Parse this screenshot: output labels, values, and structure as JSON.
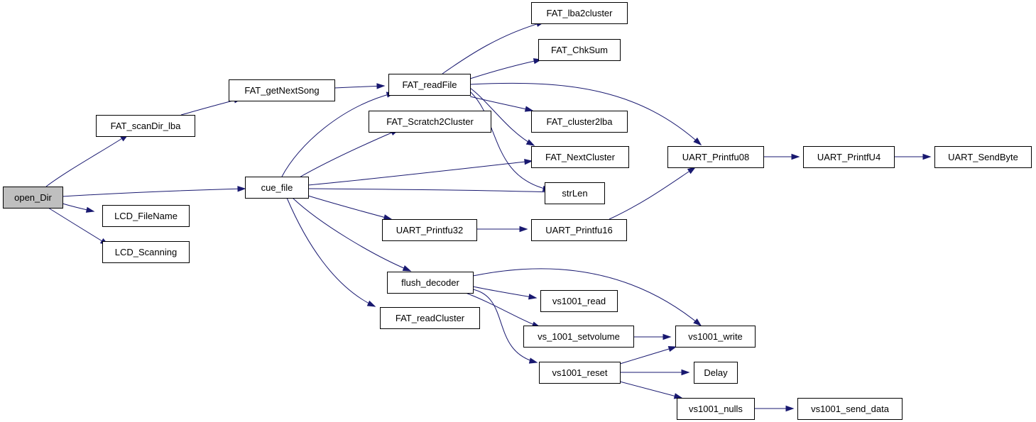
{
  "nodes": [
    {
      "id": "open_Dir",
      "label": "open_Dir",
      "root": true
    },
    {
      "id": "FAT_scanDir_lba",
      "label": "FAT_scanDir_lba"
    },
    {
      "id": "cue_file",
      "label": "cue_file"
    },
    {
      "id": "LCD_FileName",
      "label": "LCD_FileName"
    },
    {
      "id": "LCD_Scanning",
      "label": "LCD_Scanning"
    },
    {
      "id": "FAT_getNextSong",
      "label": "FAT_getNextSong"
    },
    {
      "id": "FAT_readFile",
      "label": "FAT_readFile"
    },
    {
      "id": "FAT_Scratch2Cluster",
      "label": "FAT_Scratch2Cluster"
    },
    {
      "id": "UART_Printfu32",
      "label": "UART_Printfu32"
    },
    {
      "id": "flush_decoder",
      "label": "flush_decoder"
    },
    {
      "id": "FAT_readCluster",
      "label": "FAT_readCluster"
    },
    {
      "id": "FAT_lba2cluster",
      "label": "FAT_lba2cluster"
    },
    {
      "id": "FAT_ChkSum",
      "label": "FAT_ChkSum"
    },
    {
      "id": "FAT_cluster2lba",
      "label": "FAT_cluster2lba"
    },
    {
      "id": "FAT_NextCluster",
      "label": "FAT_NextCluster"
    },
    {
      "id": "strLen",
      "label": "strLen"
    },
    {
      "id": "UART_Printfu16",
      "label": "UART_Printfu16"
    },
    {
      "id": "vs1001_read",
      "label": "vs1001_read"
    },
    {
      "id": "vs_1001_setvolume",
      "label": "vs_1001_setvolume"
    },
    {
      "id": "vs1001_reset",
      "label": "vs1001_reset"
    },
    {
      "id": "UART_Printfu08",
      "label": "UART_Printfu08"
    },
    {
      "id": "vs1001_write",
      "label": "vs1001_write"
    },
    {
      "id": "Delay",
      "label": "Delay"
    },
    {
      "id": "vs1001_nulls",
      "label": "vs1001_nulls"
    },
    {
      "id": "UART_PrintfU4",
      "label": "UART_PrintfU4"
    },
    {
      "id": "vs1001_send_data",
      "label": "vs1001_send_data"
    },
    {
      "id": "UART_SendByte",
      "label": "UART_SendByte"
    }
  ],
  "edges": [
    {
      "from": "open_Dir",
      "to": "FAT_scanDir_lba"
    },
    {
      "from": "open_Dir",
      "to": "cue_file"
    },
    {
      "from": "open_Dir",
      "to": "LCD_FileName"
    },
    {
      "from": "open_Dir",
      "to": "LCD_Scanning"
    },
    {
      "from": "FAT_scanDir_lba",
      "to": "FAT_getNextSong"
    },
    {
      "from": "FAT_getNextSong",
      "to": "FAT_readFile"
    },
    {
      "from": "cue_file",
      "to": "FAT_readFile"
    },
    {
      "from": "cue_file",
      "to": "FAT_Scratch2Cluster"
    },
    {
      "from": "cue_file",
      "to": "FAT_NextCluster"
    },
    {
      "from": "cue_file",
      "to": "strLen"
    },
    {
      "from": "cue_file",
      "to": "UART_Printfu32"
    },
    {
      "from": "cue_file",
      "to": "flush_decoder"
    },
    {
      "from": "cue_file",
      "to": "FAT_readCluster"
    },
    {
      "from": "FAT_readFile",
      "to": "FAT_lba2cluster"
    },
    {
      "from": "FAT_readFile",
      "to": "FAT_ChkSum"
    },
    {
      "from": "FAT_readFile",
      "to": "FAT_cluster2lba"
    },
    {
      "from": "FAT_readFile",
      "to": "FAT_NextCluster"
    },
    {
      "from": "FAT_readFile",
      "to": "strLen"
    },
    {
      "from": "FAT_readFile",
      "to": "UART_Printfu08"
    },
    {
      "from": "UART_Printfu32",
      "to": "UART_Printfu16"
    },
    {
      "from": "UART_Printfu16",
      "to": "UART_Printfu08"
    },
    {
      "from": "UART_Printfu08",
      "to": "UART_PrintfU4"
    },
    {
      "from": "UART_PrintfU4",
      "to": "UART_SendByte"
    },
    {
      "from": "flush_decoder",
      "to": "vs1001_read"
    },
    {
      "from": "flush_decoder",
      "to": "vs_1001_setvolume"
    },
    {
      "from": "flush_decoder",
      "to": "vs1001_reset"
    },
    {
      "from": "flush_decoder",
      "to": "vs1001_write"
    },
    {
      "from": "vs_1001_setvolume",
      "to": "vs1001_write"
    },
    {
      "from": "vs1001_reset",
      "to": "vs1001_write"
    },
    {
      "from": "vs1001_reset",
      "to": "Delay"
    },
    {
      "from": "vs1001_reset",
      "to": "vs1001_nulls"
    },
    {
      "from": "vs1001_nulls",
      "to": "vs1001_send_data"
    }
  ]
}
